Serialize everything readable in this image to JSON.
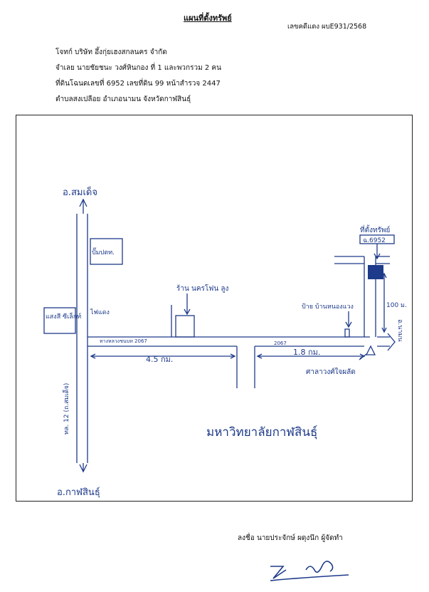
{
  "header": {
    "title": "แผนที่ตั้งทรัพย์",
    "case_number": "เลขคดีแดง ผบE931/2568"
  },
  "info_lines": [
    "โจทก์ บริษัท อึ้งกุ่ยเฮงสกลนคร จำกัด",
    "จำเลย นายชัยชนะ วงศ์หินกอง ที่ 1 และพวกรวม 2 คน",
    "ที่ดินโฉนดเลขที่ 6952 เลขที่ดิน 99 หน้าสำรวจ 2447",
    "ตำบลสงเปลือย อำเภอนามน จังหวัดกาฬสินธุ์"
  ],
  "map": {
    "top_destination": "อ.สมเด็จ",
    "bottom_destination": "อ.กาฬสินธุ์",
    "right_destination": "อ.นามน",
    "left_highway": "ทล. 12 (ถ.สมเด็จ)",
    "junction_shop": "ปั๊มปตท.",
    "traffic_light": "ไฟแดง",
    "left_building": "แสงสี ซีเล็กท์",
    "side_road": "ทางหลวงชนบท 2067",
    "road_number_right": "2067",
    "store_label": "ร้าน นครโฟน ลูง",
    "village_sign": "ป้าย บ้านหนองแวง",
    "property_label": "ที่ตั้งทรัพย์",
    "deed_label": "ฉ.6952",
    "distance_1": "4.5 กม.",
    "distance_2": "1.8 กม.",
    "distance_3": "100 ม.",
    "pavilion": "ศาลาวงศ์ใจผลัด",
    "university": "มหาวิทยาลัยกาฬสินธุ์"
  },
  "footer": {
    "signature_line": "ลงชื่อ นายประจักษ์ ผดุงนึก ผู้จัดทำ"
  }
}
